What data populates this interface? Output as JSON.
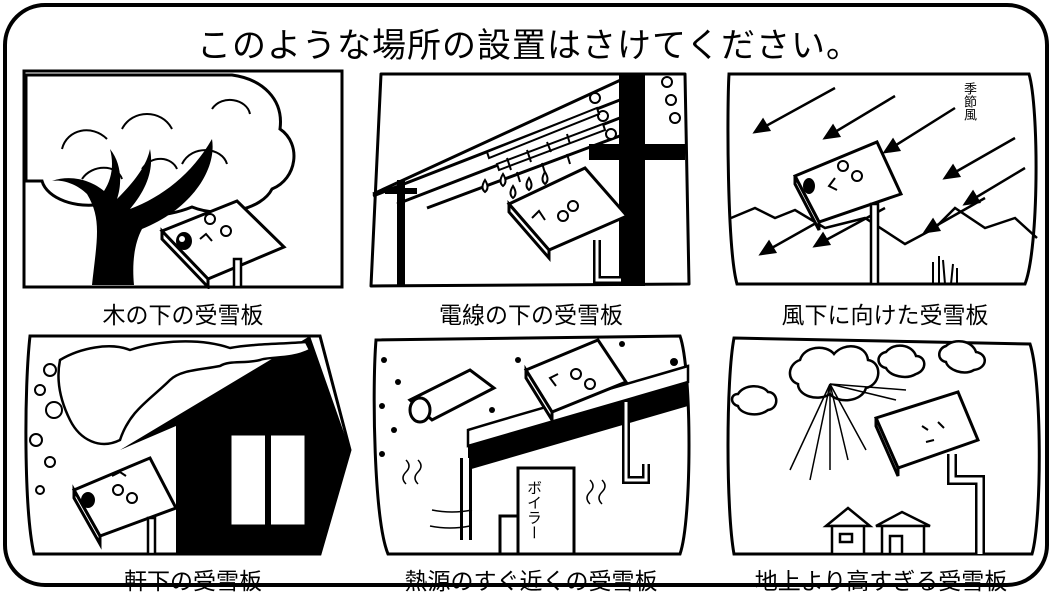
{
  "title": "このような場所の設置はさけてください。",
  "panels": [
    {
      "caption": "木の下の受雪板"
    },
    {
      "caption": "電線の下の受雪板"
    },
    {
      "caption": "風下に向けた受雪板",
      "wind_label": [
        "季",
        "節",
        "風"
      ]
    },
    {
      "caption": "軒下の受雪板"
    },
    {
      "caption": "熱源のすぐ近くの受雪板",
      "boiler_label": "ボイラー"
    },
    {
      "caption": "地上より高すぎる受雪板"
    }
  ]
}
